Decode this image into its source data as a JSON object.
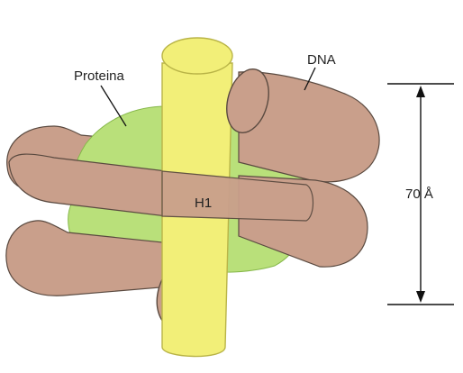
{
  "labels": {
    "protein": "Proteina",
    "dna": "DNA",
    "h1": "H1",
    "dimension": "70 Å"
  },
  "colors": {
    "dna": "#c99f8b",
    "dna_dark": "#a87c69",
    "protein": "#b9e07a",
    "protein_dark": "#86b84a",
    "h1": "#f2ef78",
    "h1_dark": "#b9b447",
    "outline": "#5a4a40",
    "line": "#111111"
  }
}
